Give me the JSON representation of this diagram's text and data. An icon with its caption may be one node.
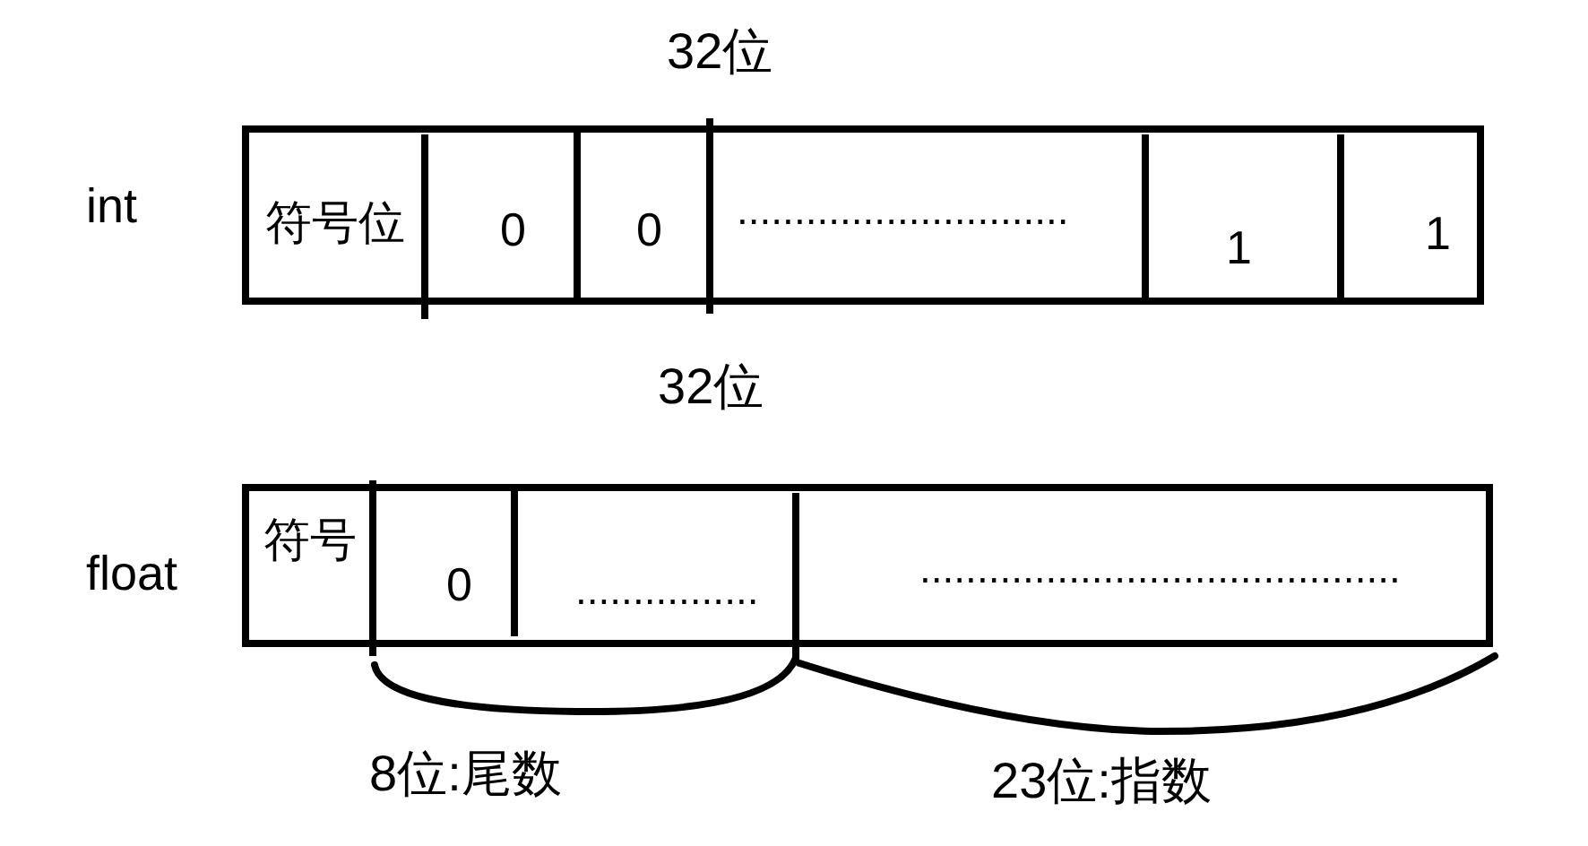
{
  "diagram": {
    "nodes": [
      {
        "text": [
          "int"
        ],
        "beside": [
          "32位"
        ]
      },
      {
        "text": [
          "符号位"
        ],
        "in": 0
      },
      {
        "text": [
          "0"
        ],
        "in": 0
      },
      {
        "text": [
          "0"
        ],
        "in": 0
      },
      {
        "text": [
          "............................."
        ],
        "in": 0
      },
      {
        "text": [
          "1"
        ],
        "in": 0
      },
      {
        "text": [
          "1"
        ],
        "in": 0
      },
      {
        "text": [
          "float"
        ],
        "beside": [
          "32位"
        ]
      },
      {
        "text": [
          "符号"
        ],
        "in": 7
      },
      {
        "text": [
          "0"
        ],
        "in": 7
      },
      {
        "text": [
          "................"
        ],
        "in": 7
      },
      {
        "text": [
          ".........................................."
        ],
        "in": 7
      }
    ],
    "labels": [
      "8位:尾数",
      "23位:指数"
    ]
  }
}
